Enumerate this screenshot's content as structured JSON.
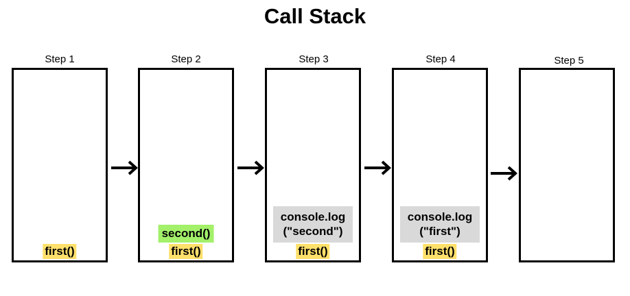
{
  "title": "Call Stack",
  "steps": [
    {
      "label": "Step 1",
      "frames": [
        "first()"
      ]
    },
    {
      "label": "Step 2",
      "frames": [
        "second()",
        "first()"
      ]
    },
    {
      "label": "Step 3",
      "frames": [
        "console.log (\"second\")",
        "first()"
      ]
    },
    {
      "label": "Step 4",
      "frames": [
        "console.log (\"first\")",
        "first()"
      ]
    },
    {
      "label": "Step 5",
      "frames": []
    }
  ],
  "frame_colors": {
    "first": "#ffe06b",
    "second": "#a3f06b",
    "console_log": "#d9d9d9"
  },
  "log_lines": {
    "line1": "console.log",
    "step3_line2": "(\"second\")",
    "step4_line2": "(\"first\")"
  }
}
